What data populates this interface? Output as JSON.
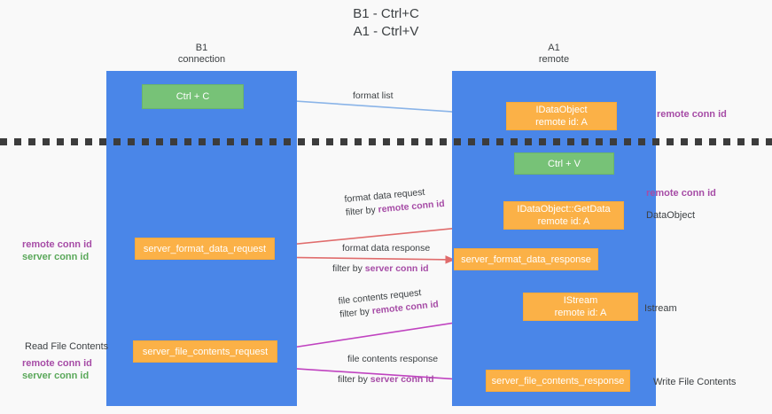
{
  "title": "B1 - Ctrl+C\nA1 - Ctrl+V",
  "columns": {
    "left": {
      "header": "B1\nconnection"
    },
    "right": {
      "header": "A1\nremote"
    }
  },
  "colors": {
    "lane_blue": "#4a86e8",
    "node_green": "#77c277",
    "node_orange": "#fbb147",
    "purple_text": "#a64ca6",
    "green_text": "#5aa85a",
    "divider": "#3c3c3c",
    "arrow_blue": "#8ab4e8",
    "arrow_red": "#e06c6c",
    "arrow_magenta": "#c043c0",
    "arrow_black": "#202124"
  },
  "nodes": {
    "ctrl_c": "Ctrl + C",
    "ctrl_v": "Ctrl + V",
    "idataobject": "IDataObject\nremote id: A",
    "idataobject_getdata": "IDataObject::GetData\nremote id: A",
    "istream": "IStream\nremote id: A",
    "server_format_data_request": "server_format_data_request",
    "server_format_data_response": "server_format_data_response",
    "server_file_contents_request": "server_file_contents_request",
    "server_file_contents_response": "server_file_contents_response"
  },
  "side_labels": {
    "right_remote_conn_id_top": "remote conn id",
    "right_remote_conn_id_mid": "remote conn id",
    "right_dataobject": "DataObject",
    "right_istream": "Istream",
    "right_write_file_contents": "Write File Contents",
    "left_remote_conn_id_1": "remote conn id",
    "left_server_conn_id_1": "server conn id",
    "left_read_file_contents": "Read File Contents",
    "left_remote_conn_id_2": "remote conn id",
    "left_server_conn_id_2": "server conn id"
  },
  "edges": [
    {
      "name": "format-list",
      "label": "format list",
      "filter_prefix": "",
      "filter_target": ""
    },
    {
      "name": "format-data-request",
      "label": "format data request",
      "filter_prefix": "filter by ",
      "filter_target": "remote conn id"
    },
    {
      "name": "format-data-response",
      "label": "format data response",
      "filter_prefix": "filter by ",
      "filter_target": "server conn id"
    },
    {
      "name": "file-contents-request",
      "label": "file contents request",
      "filter_prefix": "filter by ",
      "filter_target": "remote conn id"
    },
    {
      "name": "file-contents-response",
      "label": "file contents response",
      "filter_prefix": "filter by ",
      "filter_target": "server conn id"
    }
  ]
}
